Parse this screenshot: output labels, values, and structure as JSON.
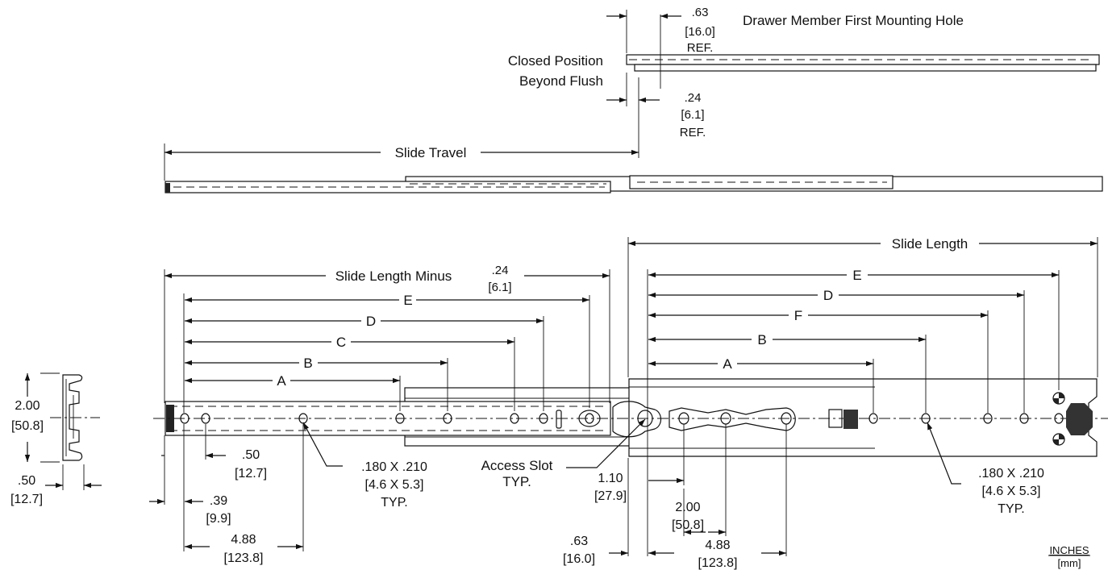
{
  "labels": {
    "drawer_first_hole": "Drawer Member First Mounting Hole",
    "closed_position_1": "Closed Position",
    "closed_position_2": "Beyond Flush",
    "slide_travel": "Slide Travel",
    "slide_length": "Slide Length",
    "slide_length_minus": "Slide Length Minus",
    "access_slot_1": "Access Slot",
    "access_slot_2": "TYP.",
    "units_1": "INCHES",
    "units_2": "[mm]"
  },
  "dims": {
    "ref_063": {
      "in": ".63",
      "mm": "[16.0]",
      "note": "REF."
    },
    "ref_024": {
      "in": ".24",
      "mm": "[6.1]",
      "note": "REF."
    },
    "minus_024": {
      "in": ".24",
      "mm": "[6.1]"
    },
    "height_200": {
      "in": "2.00",
      "mm": "[50.8]"
    },
    "width_050": {
      "in": ".50",
      "mm": "[12.7]"
    },
    "hole_050": {
      "in": ".50",
      "mm": "[12.7]"
    },
    "hole_039": {
      "in": ".39",
      "mm": "[9.9]"
    },
    "pitch_488_left": {
      "in": "4.88",
      "mm": "[123.8]"
    },
    "hole_size_left": {
      "size": ".180 X .210",
      "mm": "[4.6 X 5.3]",
      "note": "TYP."
    },
    "offset_110": {
      "in": "1.10",
      "mm": "[27.9]"
    },
    "pitch_200": {
      "in": "2.00",
      "mm": "[50.8]"
    },
    "offset_063": {
      "in": ".63",
      "mm": "[16.0]"
    },
    "pitch_488_right": {
      "in": "4.88",
      "mm": "[123.8]"
    },
    "hole_size_right": {
      "size": ".180 X .210",
      "mm": "[4.6 X 5.3]",
      "note": "TYP."
    }
  },
  "left_dims": [
    "E",
    "D",
    "C",
    "B",
    "A"
  ],
  "right_dims": [
    "E",
    "D",
    "F",
    "B",
    "A"
  ]
}
